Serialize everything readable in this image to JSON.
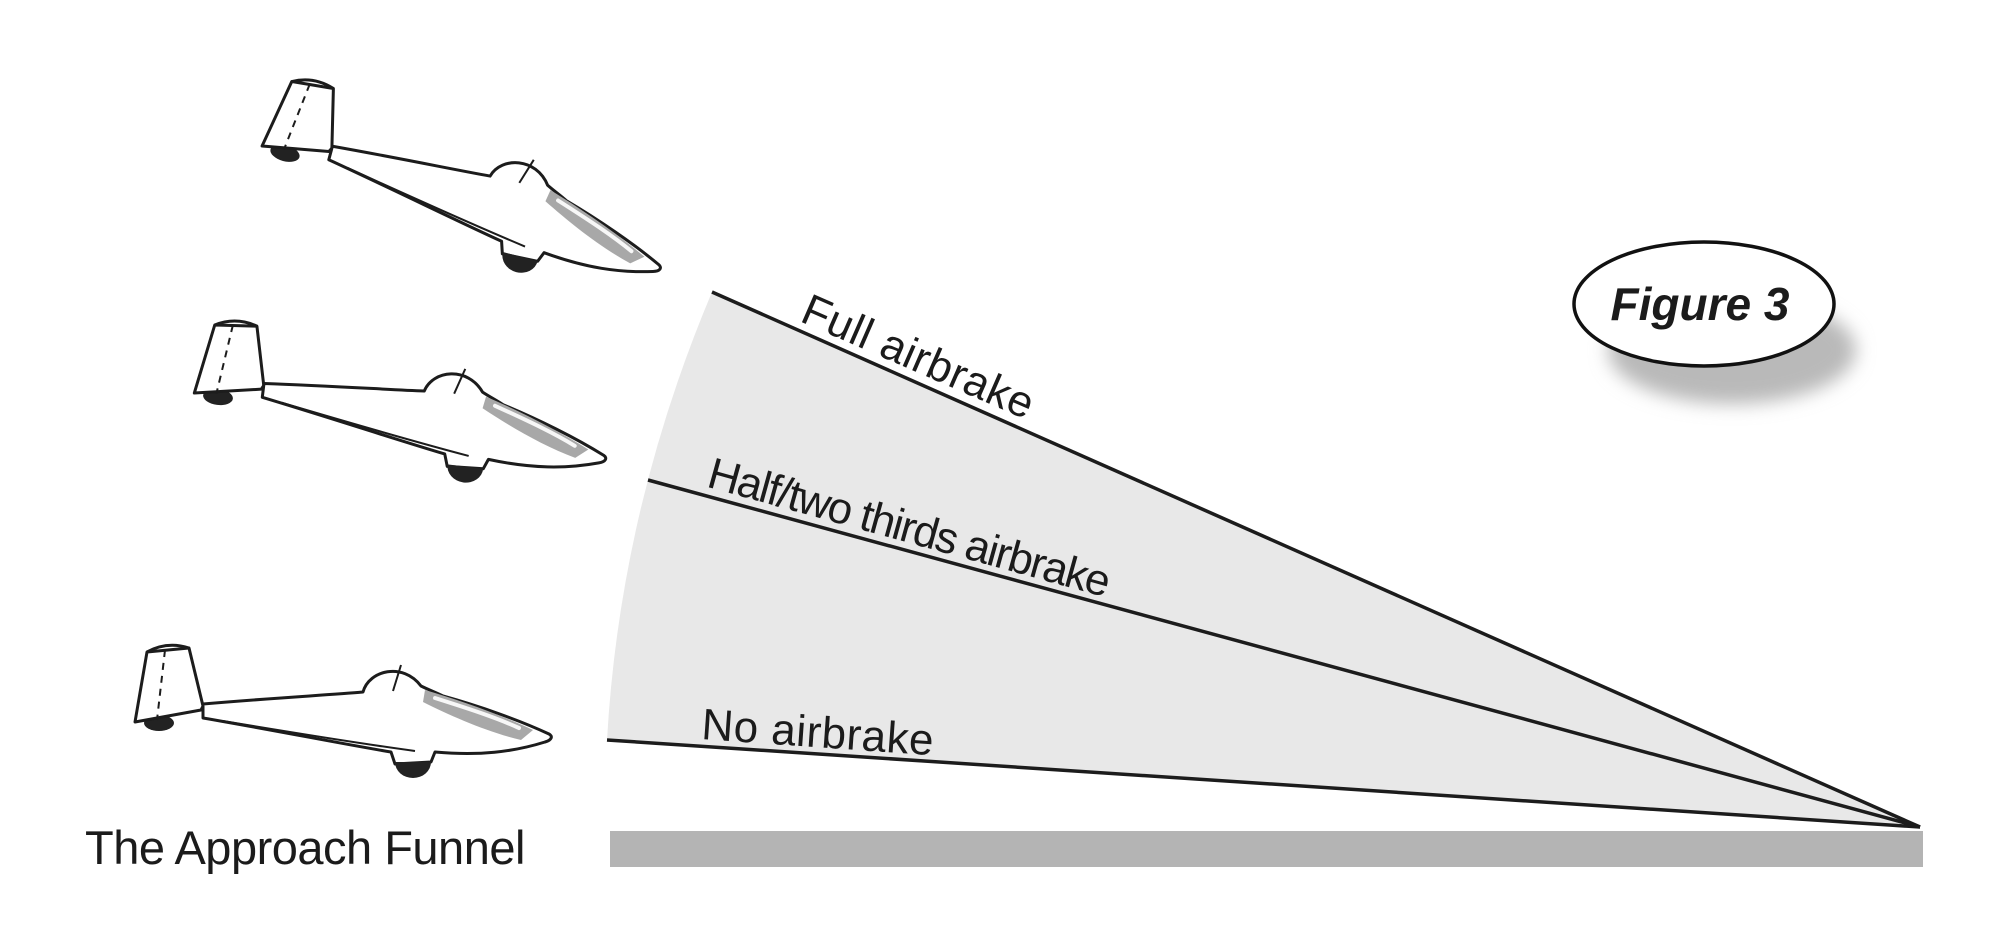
{
  "figure": {
    "badge_label": "Figure 3",
    "caption": "The Approach Funnel"
  },
  "funnel": {
    "labels": [
      {
        "id": "full",
        "text": "Full airbrake"
      },
      {
        "id": "half",
        "text": "Half/two thirds airbrake"
      },
      {
        "id": "none",
        "text": "No airbrake"
      }
    ]
  },
  "gliders": [
    {
      "icon": "glider-steep-descent-icon"
    },
    {
      "icon": "glider-medium-descent-icon"
    },
    {
      "icon": "glider-level-glide-icon"
    }
  ],
  "colors": {
    "funnel_fill": "#e8e8e8",
    "ground": "#b4b4b4",
    "line": "#1c1c1c"
  }
}
